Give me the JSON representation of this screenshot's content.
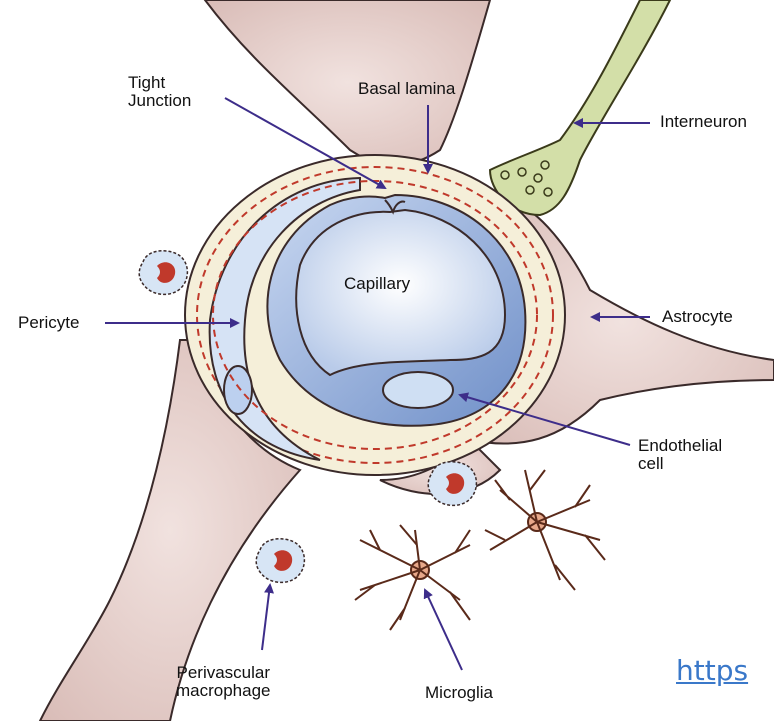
{
  "labels": {
    "tight_junction_1": "Tight",
    "tight_junction_2": "Junction",
    "basal_lamina": "Basal lamina",
    "interneuron": "Interneuron",
    "capillary": "Capillary",
    "pericyte": "Pericyte",
    "astrocyte": "Astrocyte",
    "endothelial_1": "Endothelial",
    "endothelial_2": "cell",
    "perivascular_1": "Perivascular",
    "perivascular_2": "macrophage",
    "microglia": "Microglia"
  },
  "link_text": "https",
  "colors": {
    "astrocyte": "#e6cfcb",
    "astrocyte_edge": "#3a2a2a",
    "interneuron": "#d3dfa8",
    "capillary_wall": "#a9c0e6",
    "capillary_lumen": "#eef3fb",
    "basal_lamina": "#f5efd9",
    "arrow": "#3d2d8a",
    "dashed": "#c0392b",
    "cell_nucleus": "#c0392b",
    "microglia": "#e8a88a"
  }
}
